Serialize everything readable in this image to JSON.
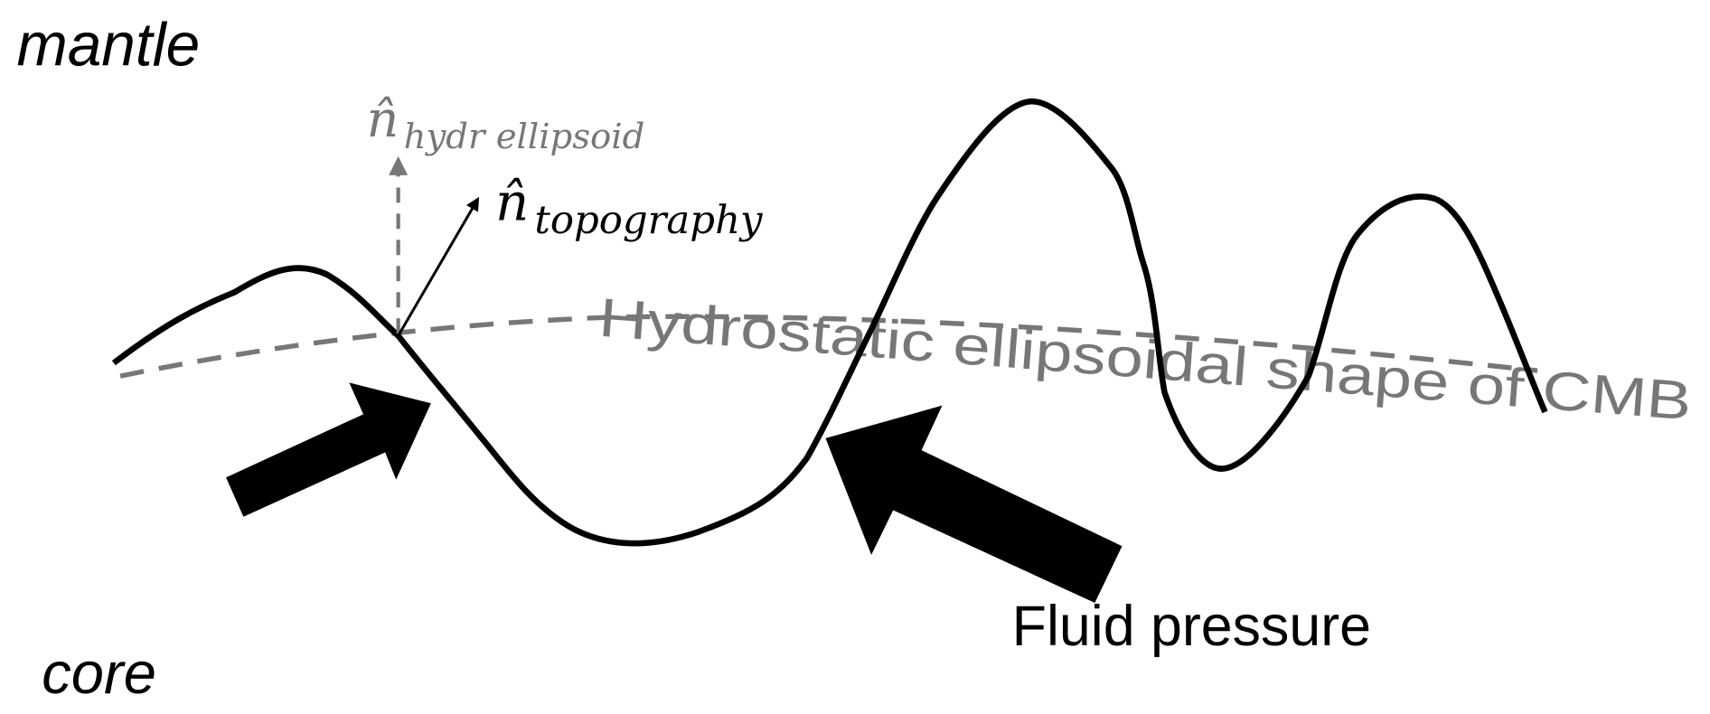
{
  "labels": {
    "mantle": "mantle",
    "core": "core",
    "normal_hydr_symbol": "n̂",
    "normal_hydr_subscript": "hydr ellipsoid",
    "normal_topo_symbol": "n̂",
    "normal_topo_subscript": "topography",
    "ellipsoid_caption": "Hydrostatic ellipsoidal shape of CMB",
    "fluid_pressure": "Fluid pressure"
  },
  "colors": {
    "topography": "#000000",
    "ellipsoid": "#777777",
    "arrows": "#000000",
    "background": "#ffffff"
  }
}
